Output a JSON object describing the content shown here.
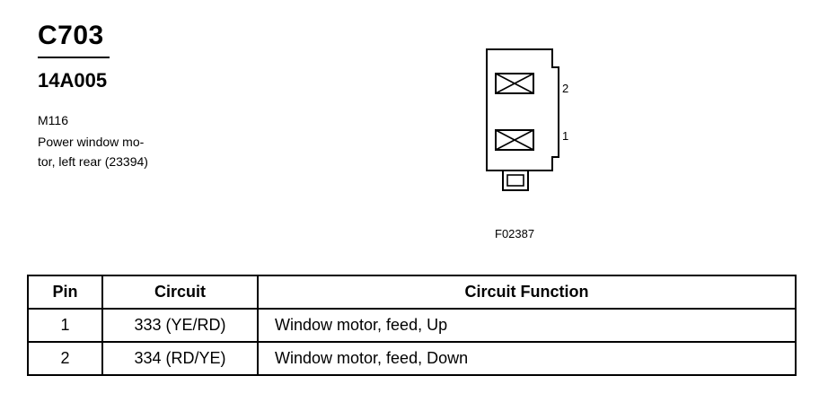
{
  "connector": {
    "id": "C703",
    "part_number": "14A005",
    "component_code": "M116",
    "description_line1": "Power window mo-",
    "description_line2": "tor, left rear (23394)"
  },
  "figure": {
    "id": "F02387",
    "pin_labels": [
      "2",
      "1"
    ]
  },
  "table": {
    "headers": {
      "pin": "Pin",
      "circuit": "Circuit",
      "function": "Circuit Function"
    },
    "rows": [
      {
        "pin": "1",
        "circuit": "333 (YE/RD)",
        "function": "Window motor, feed, Up"
      },
      {
        "pin": "2",
        "circuit": "334 (RD/YE)",
        "function": "Window motor, feed, Down"
      }
    ]
  }
}
